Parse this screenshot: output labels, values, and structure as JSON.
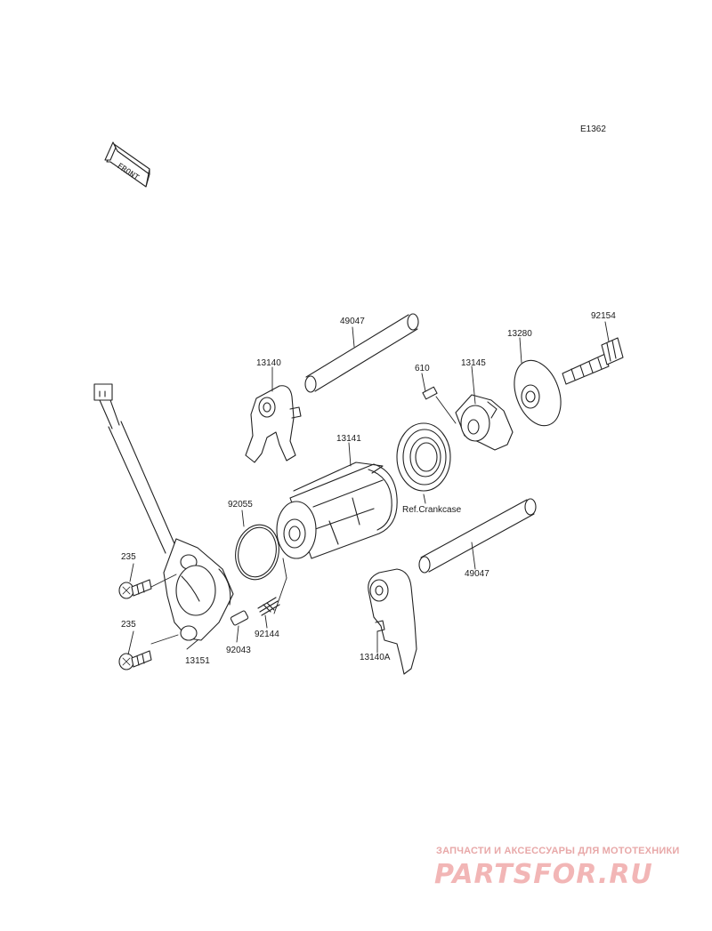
{
  "diagram_code": "E1362",
  "front_marker": "FRONT",
  "parts": [
    {
      "id": "p-49047-upper",
      "label": "49047"
    },
    {
      "id": "p-13140",
      "label": "13140"
    },
    {
      "id": "p-610",
      "label": "610"
    },
    {
      "id": "p-13145",
      "label": "13145"
    },
    {
      "id": "p-13280",
      "label": "13280"
    },
    {
      "id": "p-92154",
      "label": "92154"
    },
    {
      "id": "p-13141",
      "label": "13141"
    },
    {
      "id": "p-92055",
      "label": "92055"
    },
    {
      "id": "p-ref-crankcase",
      "label": "Ref.Crankcase"
    },
    {
      "id": "p-49047-lower",
      "label": "49047"
    },
    {
      "id": "p-235-upper",
      "label": "235"
    },
    {
      "id": "p-235-lower",
      "label": "235"
    },
    {
      "id": "p-92144",
      "label": "92144"
    },
    {
      "id": "p-92043",
      "label": "92043"
    },
    {
      "id": "p-13151",
      "label": "13151"
    },
    {
      "id": "p-13140a",
      "label": "13140A"
    }
  ],
  "watermark": {
    "tagline": "ЗАПЧАСТИ И АКСЕССУАРЫ ДЛЯ МОТОТЕХНИКИ",
    "logo": "PARTSFOR.RU"
  }
}
